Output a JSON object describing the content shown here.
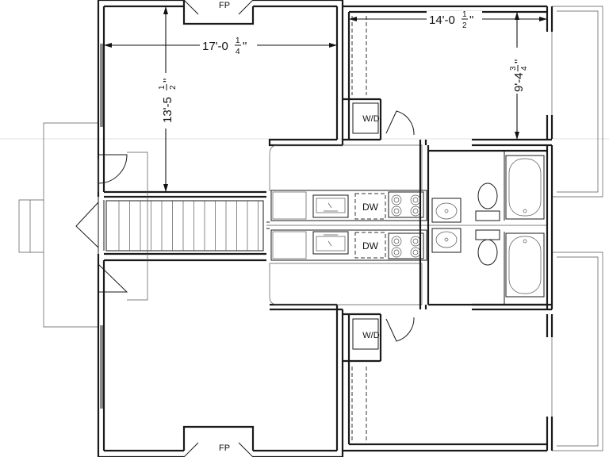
{
  "labels": {
    "fp_top": "FP",
    "fp_bottom": "FP",
    "wd_top": "W/D",
    "wd_bottom": "W/D",
    "dw_top": "DW",
    "dw_bottom": "DW"
  },
  "dimensions": {
    "living_width": {
      "feet": "17'-0",
      "num": "1",
      "den": "4",
      "inch_mark": "\""
    },
    "living_depth": {
      "feet": "13'-5",
      "num": "1",
      "den": "2",
      "inch_mark": "\""
    },
    "bedroom_width": {
      "feet": "14'-0",
      "num": "1",
      "den": "2",
      "inch_mark": "\""
    },
    "bedroom_depth": {
      "feet": "9'-4",
      "num": "3",
      "den": "4",
      "inch_mark": "\""
    }
  },
  "colors": {
    "line": "#1a1a1a",
    "background": "#ffffff"
  }
}
